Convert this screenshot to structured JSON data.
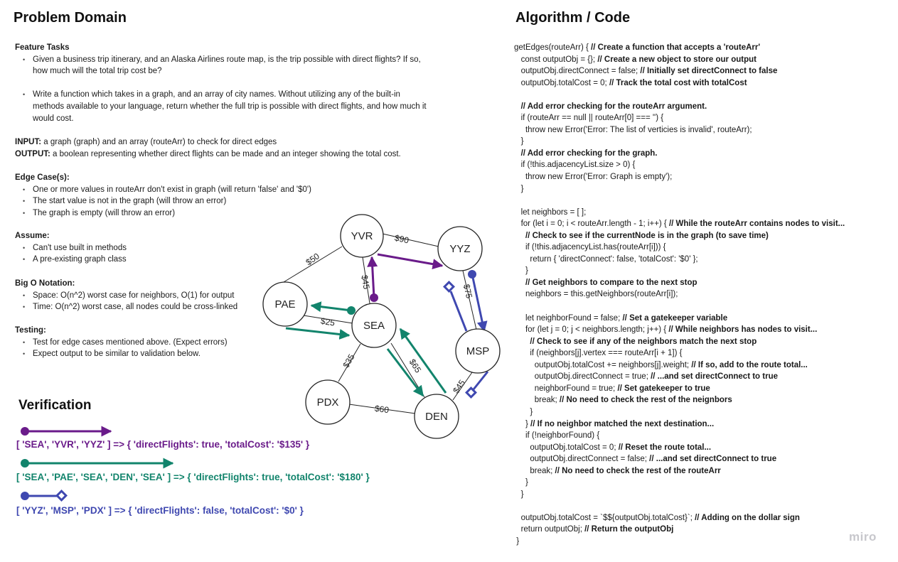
{
  "headings": {
    "problem_domain": "Problem Domain",
    "algorithm_code": "Algorithm / Code",
    "verification": "Verification"
  },
  "feature_tasks": {
    "label": "Feature Tasks",
    "items": [
      "Given a business trip itinerary, and an Alaska Airlines route map, is the trip possible with direct flights? If so, how much will the total trip cost be?",
      "Write a function which takes in a graph, and an array of city names. Without utilizing any of the built-in methods available to your language, return whether the full trip is possible with direct flights, and how much it would cost."
    ]
  },
  "io": {
    "input_label": "INPUT:",
    "input_text": " a graph (graph) and an array (routeArr) to check for direct edges",
    "output_label": "OUTPUT:",
    "output_text": " a boolean representing whether direct flights can be made and an integer showing the total cost."
  },
  "edge_cases": {
    "label": "Edge Case(s):",
    "items": [
      "One or more values in routeArr don't exist in graph (will return 'false' and '$0')",
      "The start value is not in the graph (will throw an error)",
      "The graph is empty (will throw an error)"
    ]
  },
  "assume": {
    "label": "Assume:",
    "items": [
      "Can't use built in methods",
      "A pre-existing graph class"
    ]
  },
  "big_o": {
    "label": "Big O Notation:",
    "items": [
      "Space: O(n^2) worst case for neighbors, O(1) for output",
      "Time: O(n^2) worst case, all nodes could be cross-linked"
    ]
  },
  "testing": {
    "label": "Testing:",
    "items": [
      "Test for edge cases mentioned above. (Expect errors)",
      "Expect output to be similar to validation below."
    ]
  },
  "graph": {
    "nodes": [
      "YVR",
      "YYZ",
      "PAE",
      "SEA",
      "MSP",
      "PDX",
      "DEN"
    ],
    "edge_labels": {
      "yvr_pae": "$50",
      "yvr_yyz": "$90",
      "yvr_sea": "$45",
      "pae_sea": "$25",
      "yyz_msp": "$75",
      "sea_pdx": "$35",
      "sea_den": "$65",
      "pdx_den": "$60",
      "msp_den": "$45"
    }
  },
  "colors": {
    "purple": "#6a1b8a",
    "teal": "#12846c",
    "blue": "#3f48b0"
  },
  "verification": [
    "[ 'SEA', 'YVR', 'YYZ' ] => { 'directFlights': true, 'totalCost': '$135' }",
    "[ 'SEA', 'PAE', 'SEA', 'DEN', 'SEA' ] => { 'directFlights': true, 'totalCost': '$180' }",
    "[ 'YYZ', 'MSP', 'PDX' ] => { 'directFlights': false, 'totalCost': '$0' }"
  ],
  "code": [
    {
      "t": "getEdges(routeArr) { ",
      "c": "// Create a function that accepts a 'routeArr'"
    },
    {
      "t": "   const outputObj = {}; ",
      "c": "// Create a new object to store our output"
    },
    {
      "t": "   outputObj.directConnect = false; ",
      "c": "// Initially set directConnect to false"
    },
    {
      "t": "   outputObj.totalCost = 0; ",
      "c": "// Track the total cost with totalCost"
    },
    {
      "t": "",
      "c": ""
    },
    {
      "t": "   ",
      "c": "// Add error checking for the routeArr argument."
    },
    {
      "t": "   if (routeArr == null || routeArr[0] === '') {",
      "c": ""
    },
    {
      "t": "     throw new Error('Error: The list of verticies is invalid', routeArr);",
      "c": ""
    },
    {
      "t": "   }",
      "c": ""
    },
    {
      "t": "   ",
      "c": "// Add error checking for the graph."
    },
    {
      "t": "   if (!this.adjacencyList.size > 0) {",
      "c": ""
    },
    {
      "t": "     throw new Error('Error: Graph is empty');",
      "c": ""
    },
    {
      "t": "   }",
      "c": ""
    },
    {
      "t": "",
      "c": ""
    },
    {
      "t": "   let neighbors = [ ];",
      "c": ""
    },
    {
      "t": "   for (let i = 0; i < routeArr.length - 1; i++) { ",
      "c": "// While the routeArr contains nodes to visit..."
    },
    {
      "t": "     ",
      "c": "// Check to see if the currentNode is in the graph (to save time)"
    },
    {
      "t": "     if (!this.adjacencyList.has(routeArr[i])) {",
      "c": ""
    },
    {
      "t": "       return { 'directConnect': false, 'totalCost': '$0' };",
      "c": ""
    },
    {
      "t": "     }",
      "c": ""
    },
    {
      "t": "     ",
      "c": "// Get neighbors to compare to the next stop"
    },
    {
      "t": "     neighbors = this.getNeighbors(routeArr[i]);",
      "c": ""
    },
    {
      "t": "",
      "c": ""
    },
    {
      "t": "     let neighborFound = false; ",
      "c": "// Set a gatekeeper variable"
    },
    {
      "t": "     for (let j = 0; j < neighbors.length; j++) { ",
      "c": "// While neighbors has nodes to visit..."
    },
    {
      "t": "       ",
      "c": "// Check to see if any of the neighbors match the next stop"
    },
    {
      "t": "       if (neighbors[j].vertex === routeArr[i + 1]) {",
      "c": ""
    },
    {
      "t": "         outputObj.totalCost += neighbors[j].weight; ",
      "c": "// If so, add to the route total..."
    },
    {
      "t": "         outputObj.directConnect = true; ",
      "c": "// ...and set directConnect to true"
    },
    {
      "t": "         neighborFound = true; ",
      "c": "// Set gatekeeper to true"
    },
    {
      "t": "         break; ",
      "c": "// No need to check the rest of the neignbors"
    },
    {
      "t": "       }",
      "c": ""
    },
    {
      "t": "     } ",
      "c": "// If no neighbor matched the next destination..."
    },
    {
      "t": "     if (!neighborFound) {",
      "c": ""
    },
    {
      "t": "       outputObj.totalCost = 0; ",
      "c": "// Reset the route total..."
    },
    {
      "t": "       outputObj.directConnect = false; ",
      "c": "// ...and set directConnect to true"
    },
    {
      "t": "       break; ",
      "c": "// No need to check the rest of the routeArr"
    },
    {
      "t": "     }",
      "c": ""
    },
    {
      "t": "   }",
      "c": ""
    },
    {
      "t": "",
      "c": ""
    },
    {
      "t": "   outputObj.totalCost = `$${outputObj.totalCost}`; ",
      "c": "// Adding on the dollar sign"
    },
    {
      "t": "   return outputObj; ",
      "c": "// Return the outputObj"
    },
    {
      "t": " }",
      "c": ""
    }
  ],
  "watermark": "miro"
}
